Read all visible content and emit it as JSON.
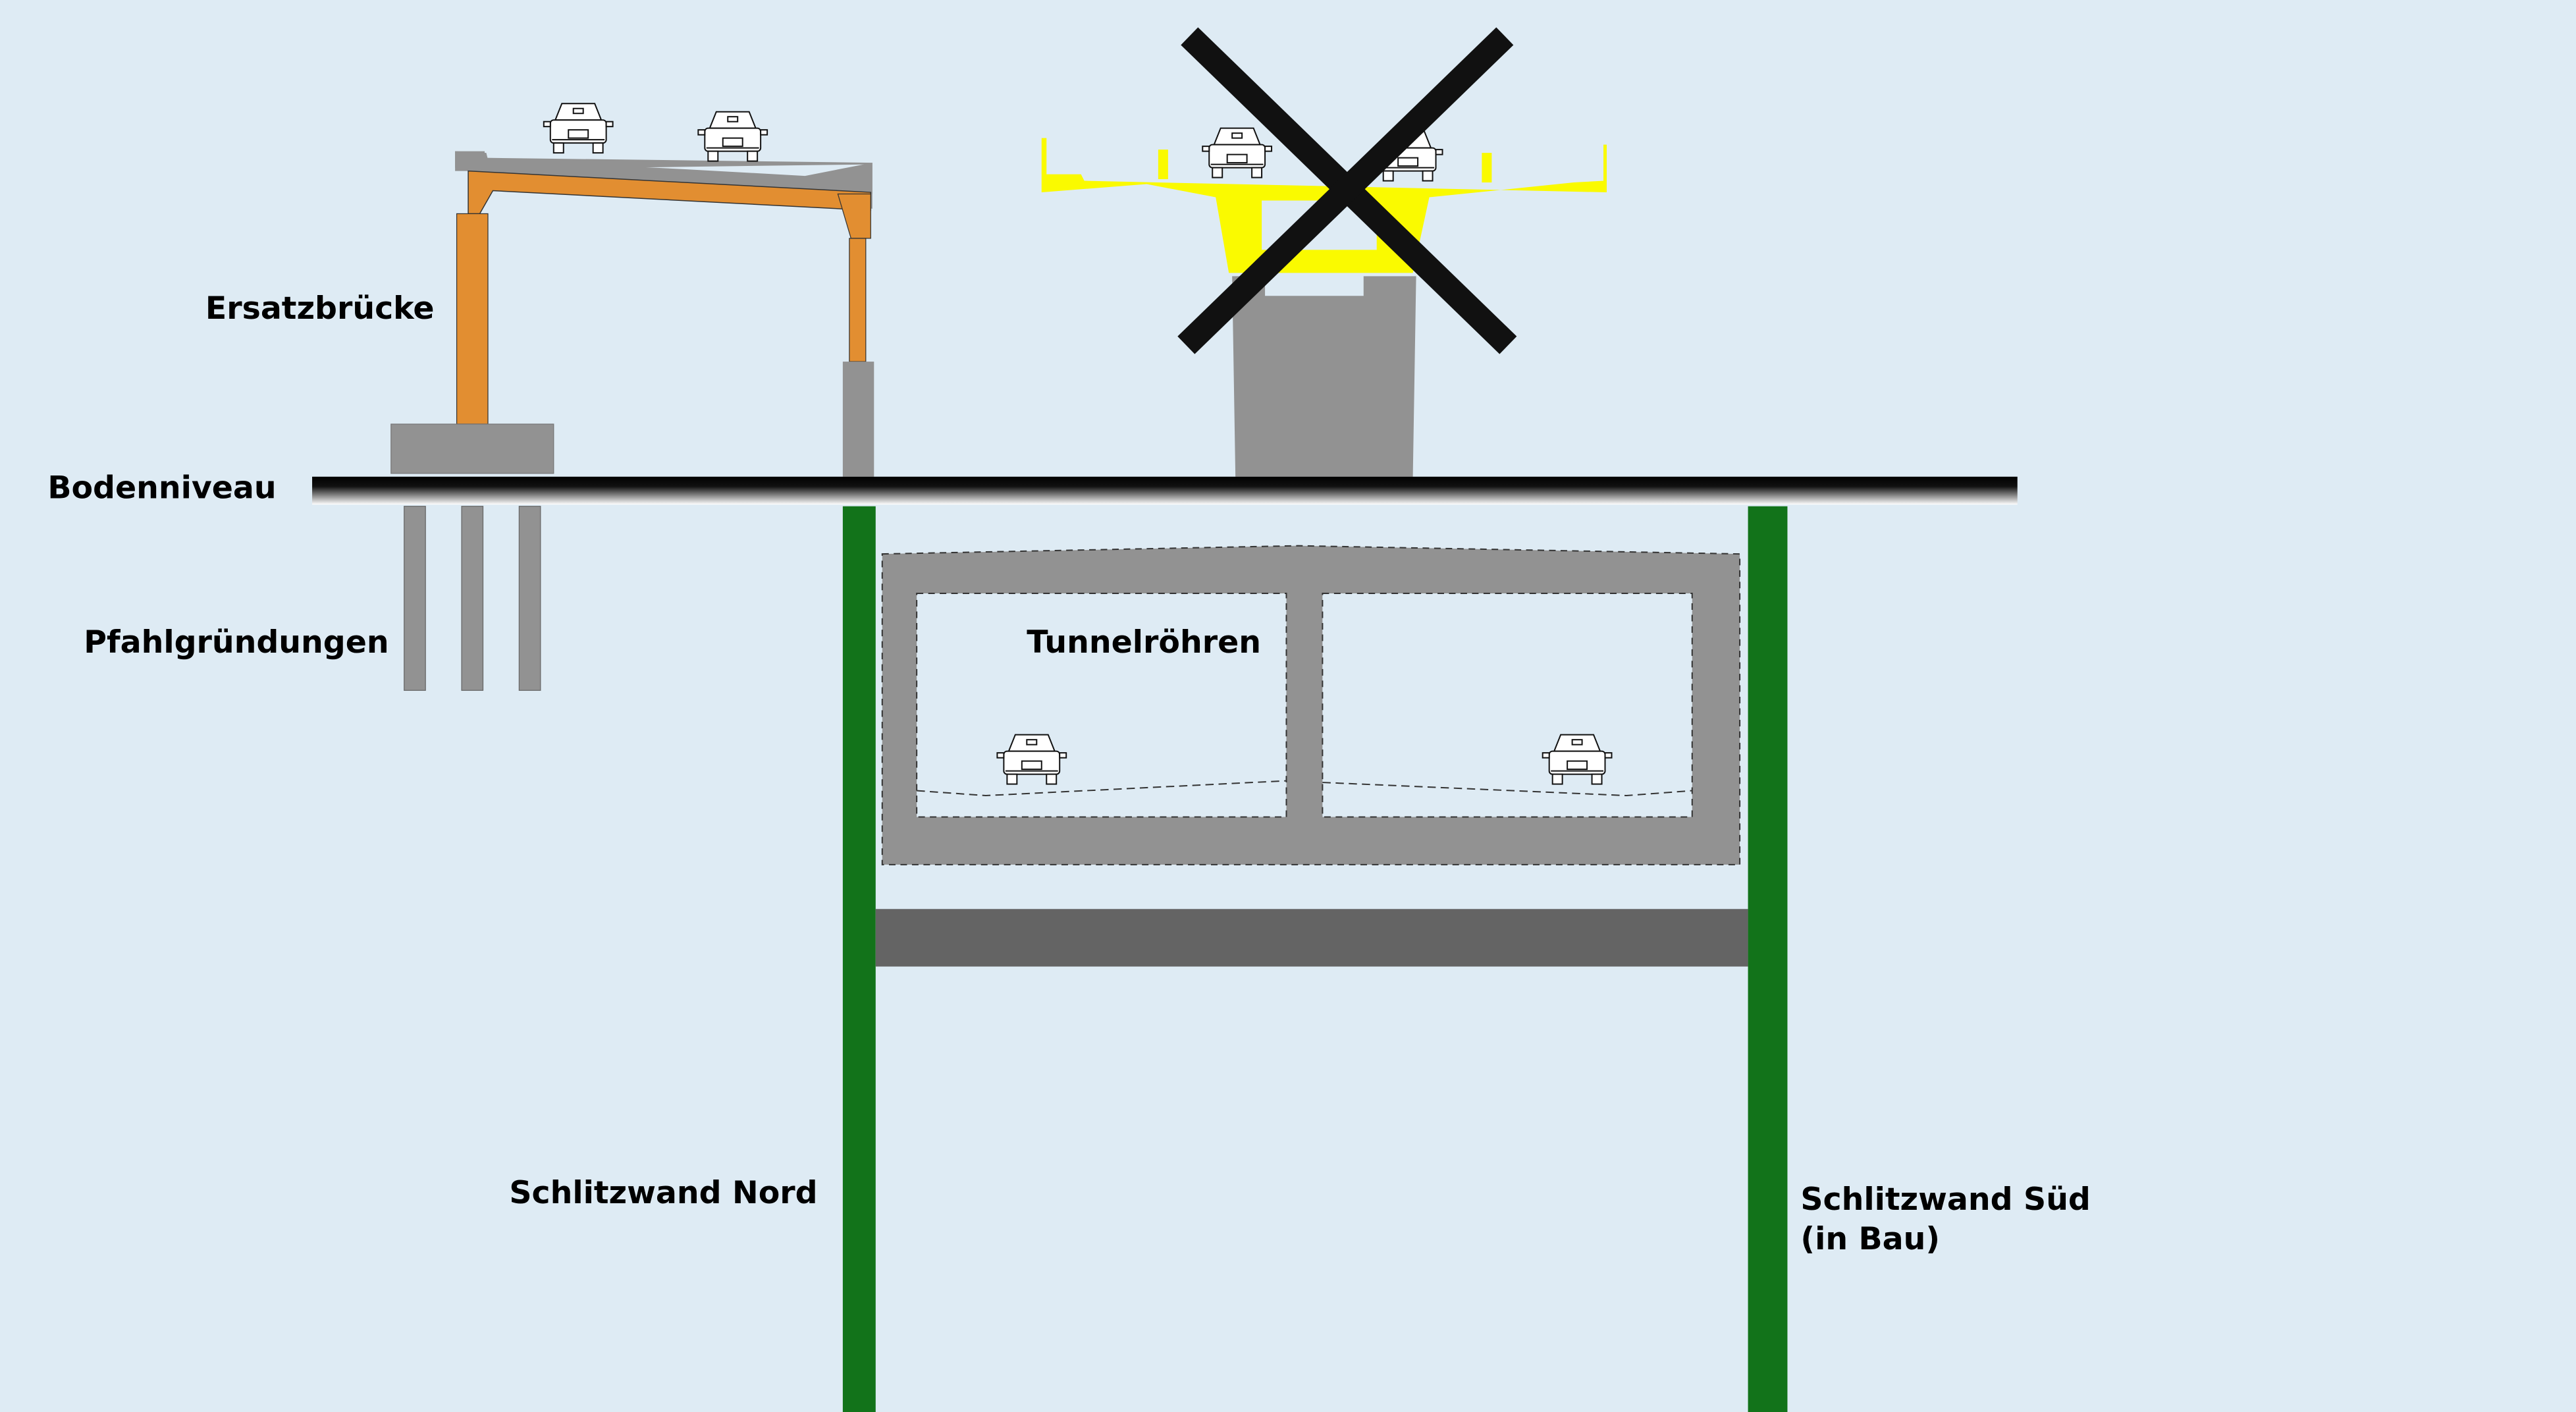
{
  "labels": {
    "replacement_bridge": "Ersatzbrücke",
    "ground_level": "Bodenniveau",
    "pile_foundations": "Pfahlgründungen",
    "tunnel_tubes": "Tunnelröhren",
    "diaphragm_wall_north": "Schlitzwand Nord",
    "diaphragm_wall_south": "Schlitzwand Süd",
    "diaphragm_wall_south_status": "(in Bau)"
  },
  "colors": {
    "background": "#deebf4",
    "concrete": "#929292",
    "slab": "#646464",
    "steel_orange": "#e28e31",
    "old_bridge_yellow": "#fafa00",
    "wall_green": "#12731a",
    "cross": "#111111"
  },
  "icons": [
    "car-icon",
    "cross-mark-icon"
  ]
}
